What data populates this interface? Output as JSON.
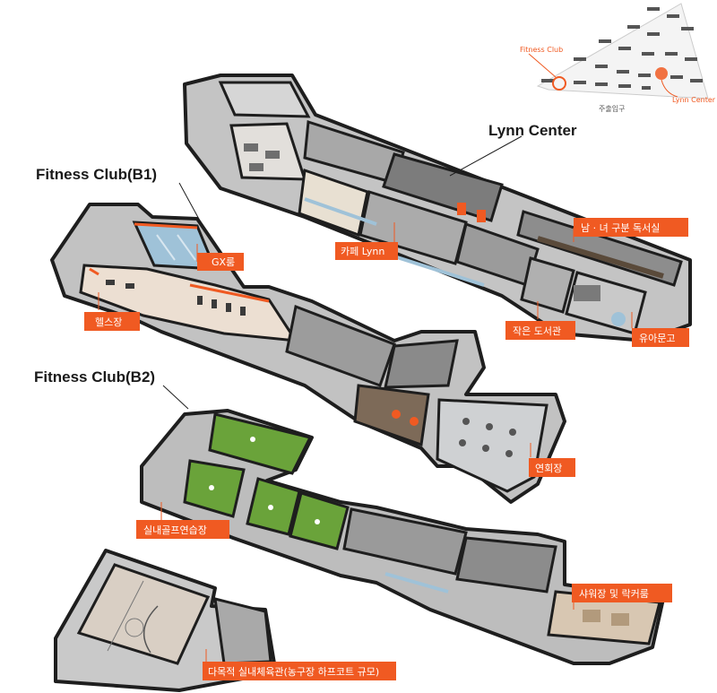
{
  "colors": {
    "accent": "#f05a22",
    "wall": "#1e1e1e",
    "floor": "#b9b9b9",
    "floor_dark": "#8a8a8a",
    "green": "#6aa33a",
    "court": "#d9cfc4",
    "glass": "#9fc2d8"
  },
  "sections": {
    "lynn": "Lynn Center",
    "b1": "Fitness Club(B1)",
    "b2": "Fitness Club(B2)"
  },
  "minimap": {
    "fitness": "Fitness Club",
    "lynn": "Lynn Center",
    "entrance": "주출입구"
  },
  "labels": {
    "library_gender": "남 · 녀 구분 독서실",
    "cafe": "카페 Lynn",
    "small_library": "작은 도서관",
    "kids_library": "유아문고",
    "gx": "GX룸",
    "gym": "헬스장",
    "banquet": "연회장",
    "golf": "실내골프연습장",
    "shower": "샤워장 및 락커룸",
    "gym_hall": "다목적 실내체육관(농구장 하프코트 규모)"
  }
}
